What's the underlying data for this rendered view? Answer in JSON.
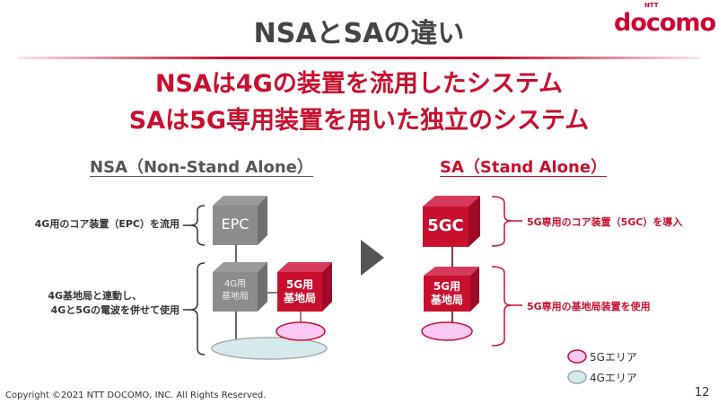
{
  "header": {
    "title": "NSAとSAの違い",
    "logo": "docomo",
    "logo_sub": "NTT"
  },
  "headlines": [
    "NSAは4Gの装置を流用したシステム",
    "SAは5G専用装置を用いた独立のシステム"
  ],
  "nsa": {
    "heading": "NSA（Non-Stand Alone）",
    "core_label": "EPC",
    "lte_base_label": [
      "4G用",
      "基地局"
    ],
    "nr_base_label": [
      "5G用",
      "基地局"
    ],
    "note_core": "4G用のコア装置（EPC）を流用",
    "note_base": [
      "4G基地局と連動し、",
      "4Gと5Gの電波を併せて使用"
    ]
  },
  "sa": {
    "heading": "SA（Stand Alone）",
    "core_label": "5GC",
    "base_label": [
      "5G用",
      "基地局"
    ],
    "note_core": "5G専用のコア装置（5GC）を導入",
    "note_base": "5G専用の基地局装置を使用"
  },
  "legend": [
    {
      "label": "5Gエリア",
      "fill": "#f9c8f3",
      "stroke": "#c8102e"
    },
    {
      "label": "4Gエリア",
      "fill": "#d6eaec",
      "stroke": "#9aa"
    }
  ],
  "colors": {
    "red": "#c8102e",
    "gray": "#8c8c8c"
  },
  "footer": {
    "copyright": "Copyright ©2021 NTT DOCOMO, INC. All Rights Reserved.",
    "page": "12"
  }
}
